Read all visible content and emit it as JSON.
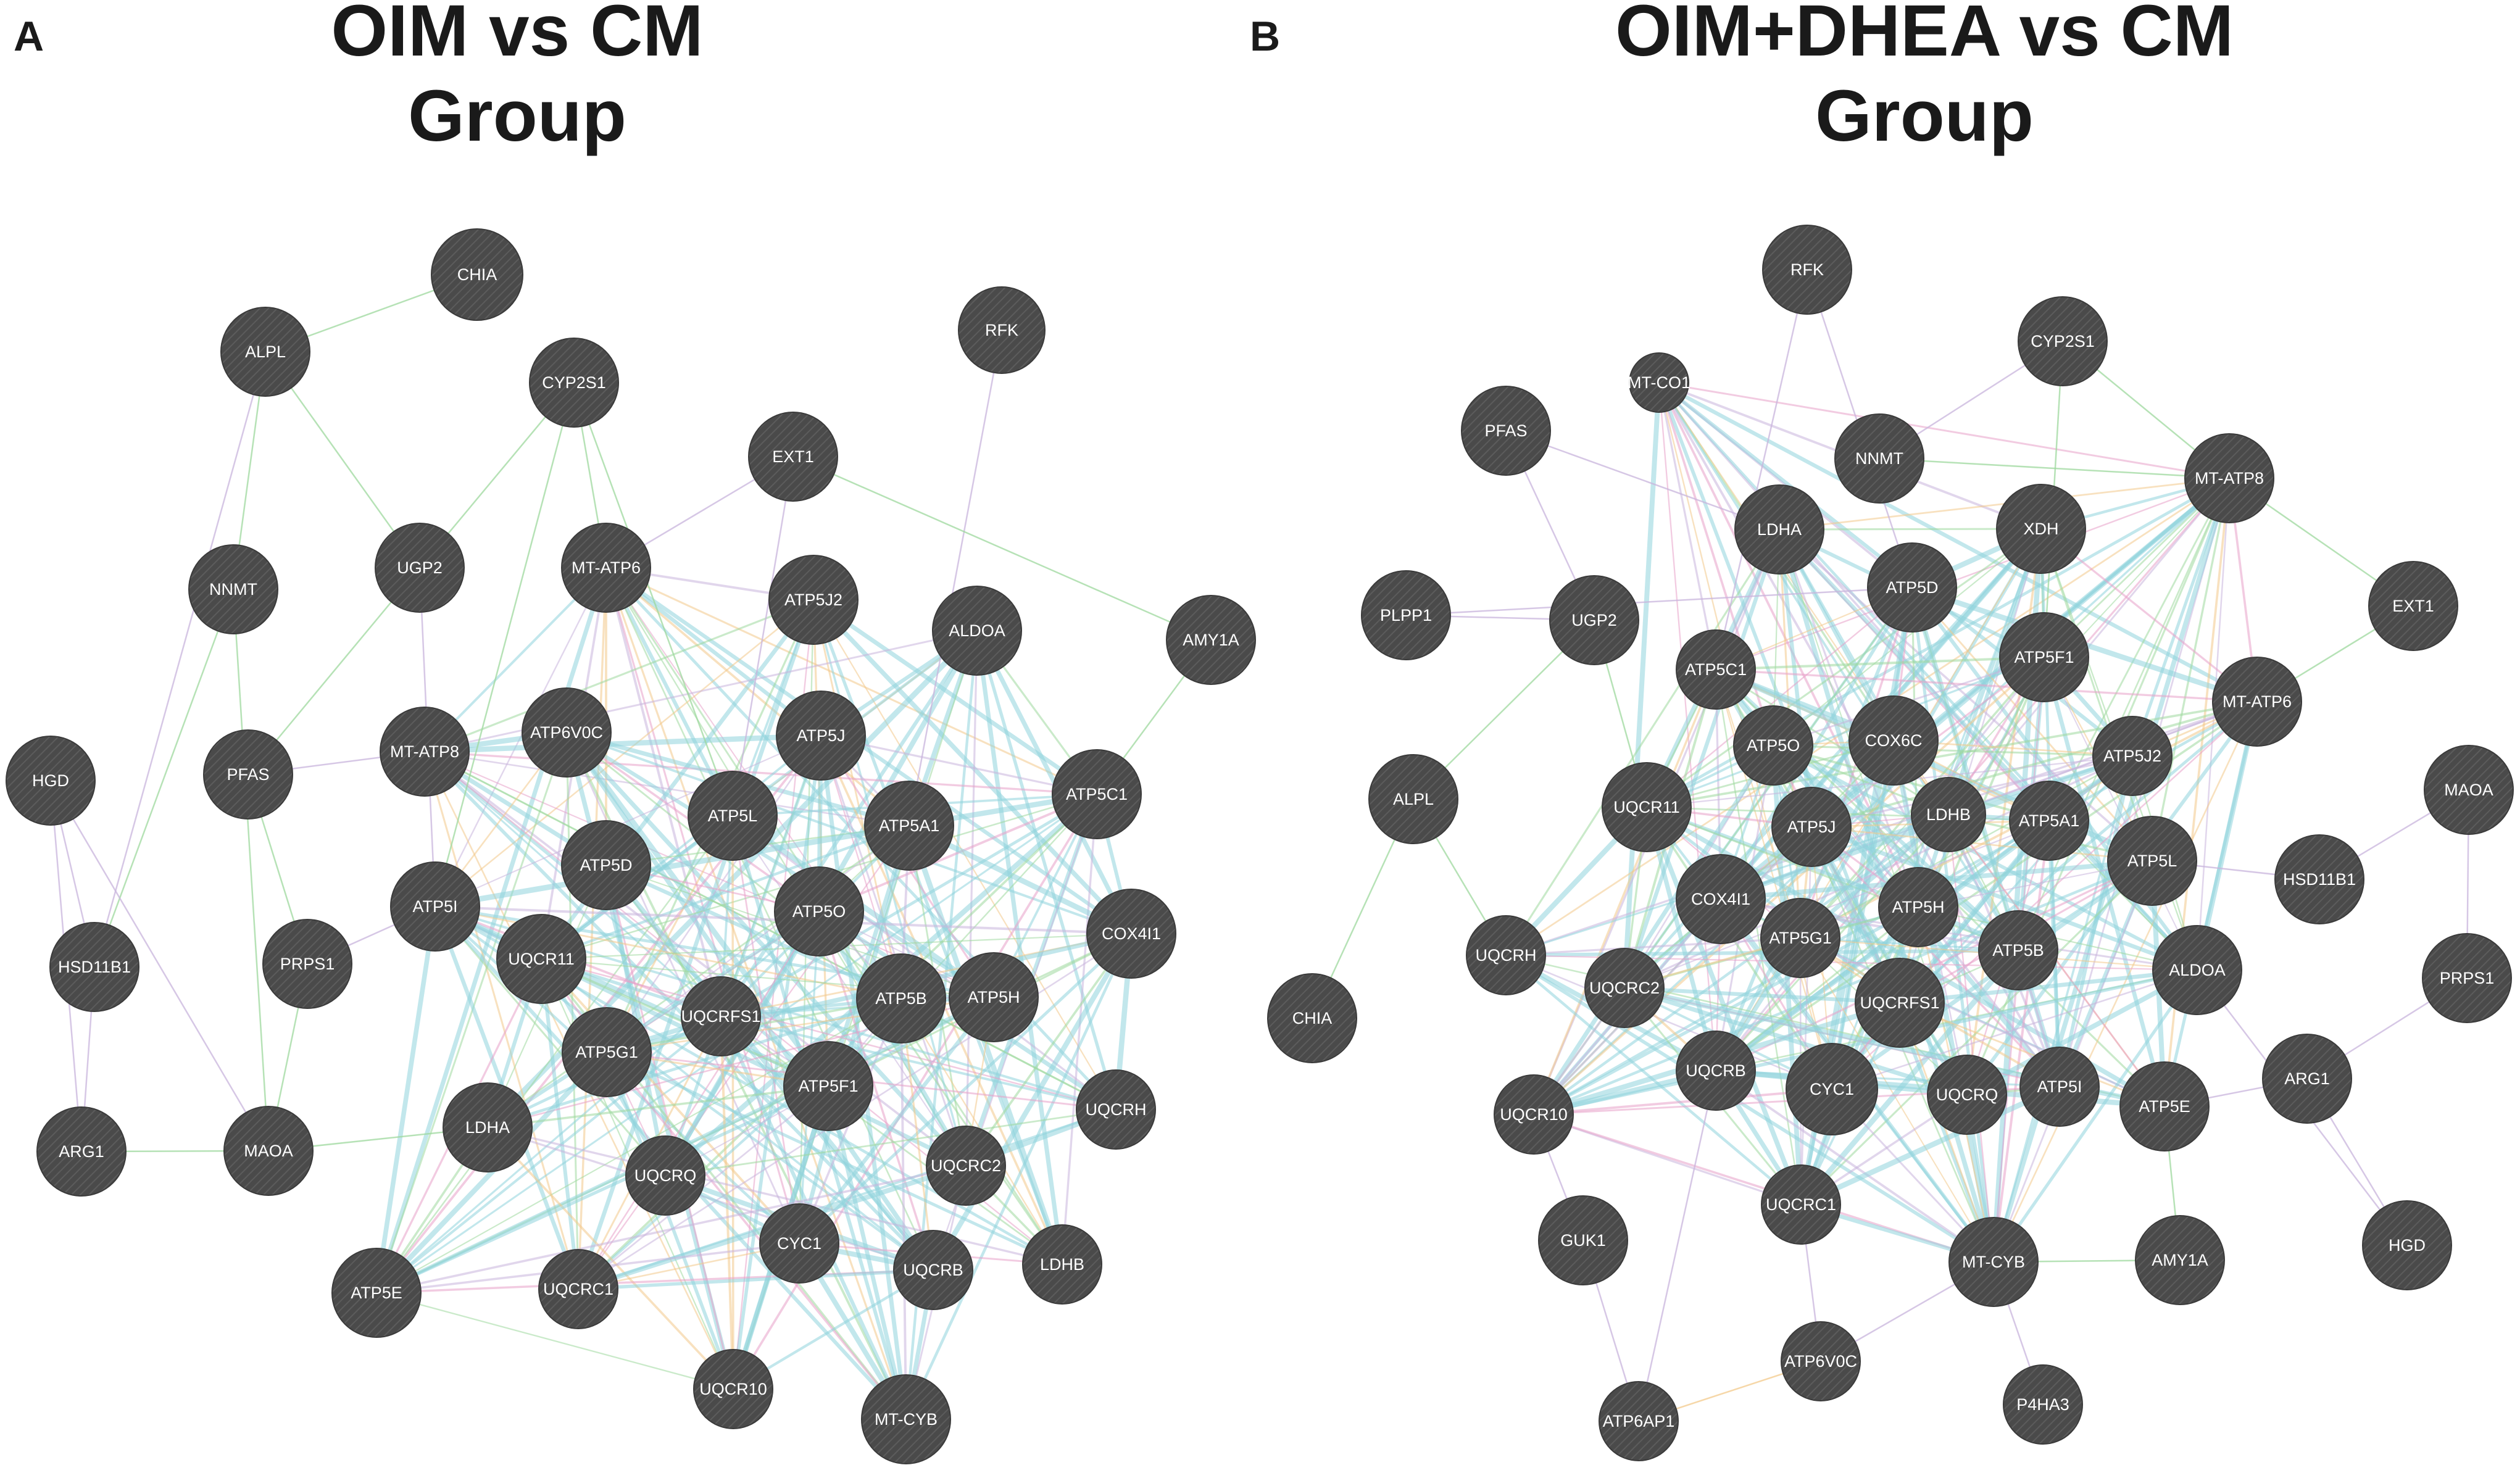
{
  "panels": [
    {
      "letter": "A",
      "title_line1": "OIM vs CM",
      "title_line2": "Group",
      "nodes": [
        {
          "id": "CHIA",
          "label": "CHIA"
        },
        {
          "id": "ALPL",
          "label": "ALPL"
        },
        {
          "id": "CYP2S1",
          "label": "CYP2S1"
        },
        {
          "id": "RFK",
          "label": "RFK"
        },
        {
          "id": "EXT1",
          "label": "EXT1"
        },
        {
          "id": "NNMT",
          "label": "NNMT"
        },
        {
          "id": "UGP2",
          "label": "UGP2"
        },
        {
          "id": "MT-ATP6",
          "label": "MT-ATP6"
        },
        {
          "id": "ATP5J2",
          "label": "ATP5J2"
        },
        {
          "id": "ALDOA",
          "label": "ALDOA"
        },
        {
          "id": "AMY1A",
          "label": "AMY1A"
        },
        {
          "id": "HGD",
          "label": "HGD"
        },
        {
          "id": "PFAS",
          "label": "PFAS"
        },
        {
          "id": "MT-ATP8",
          "label": "MT-ATP8"
        },
        {
          "id": "ATP6V0C",
          "label": "ATP6V0C"
        },
        {
          "id": "ATP5J",
          "label": "ATP5J"
        },
        {
          "id": "ATP5C1",
          "label": "ATP5C1"
        },
        {
          "id": "ATP5L",
          "label": "ATP5L"
        },
        {
          "id": "ATP5A1",
          "label": "ATP5A1"
        },
        {
          "id": "ATP5D",
          "label": "ATP5D"
        },
        {
          "id": "HSD11B1",
          "label": "HSD11B1"
        },
        {
          "id": "PRPS1",
          "label": "PRPS1"
        },
        {
          "id": "ATP5I",
          "label": "ATP5I"
        },
        {
          "id": "UQCR11",
          "label": "UQCR11"
        },
        {
          "id": "ATP5O",
          "label": "ATP5O"
        },
        {
          "id": "COX4I1",
          "label": "COX4I1"
        },
        {
          "id": "UQCRFS1",
          "label": "UQCRFS1"
        },
        {
          "id": "ATP5B",
          "label": "ATP5B"
        },
        {
          "id": "ATP5H",
          "label": "ATP5H"
        },
        {
          "id": "ATP5G1",
          "label": "ATP5G1"
        },
        {
          "id": "ARG1",
          "label": "ARG1"
        },
        {
          "id": "MAOA",
          "label": "MAOA"
        },
        {
          "id": "LDHA",
          "label": "LDHA"
        },
        {
          "id": "ATP5F1",
          "label": "ATP5F1"
        },
        {
          "id": "UQCRH",
          "label": "UQCRH"
        },
        {
          "id": "UQCRQ",
          "label": "UQCRQ"
        },
        {
          "id": "UQCRC2",
          "label": "UQCRC2"
        },
        {
          "id": "CYC1",
          "label": "CYC1"
        },
        {
          "id": "UQCRB",
          "label": "UQCRB"
        },
        {
          "id": "LDHB",
          "label": "LDHB"
        },
        {
          "id": "ATP5E",
          "label": "ATP5E"
        },
        {
          "id": "UQCRC1",
          "label": "UQCRC1"
        },
        {
          "id": "UQCR10",
          "label": "UQCR10"
        },
        {
          "id": "MT-CYB",
          "label": "MT-CYB"
        }
      ]
    },
    {
      "letter": "B",
      "title_line1": "OIM+DHEA vs CM",
      "title_line2": "Group",
      "nodes": [
        {
          "id": "RFK",
          "label": "RFK"
        },
        {
          "id": "CYP2S1",
          "label": "CYP2S1"
        },
        {
          "id": "MT-CO1",
          "label": "MT-CO1"
        },
        {
          "id": "PFAS",
          "label": "PFAS"
        },
        {
          "id": "NNMT",
          "label": "NNMT"
        },
        {
          "id": "MT-ATP8",
          "label": "MT-ATP8"
        },
        {
          "id": "LDHA",
          "label": "LDHA"
        },
        {
          "id": "XDH",
          "label": "XDH"
        },
        {
          "id": "PLPP1",
          "label": "PLPP1"
        },
        {
          "id": "UGP2",
          "label": "UGP2"
        },
        {
          "id": "ATP5D",
          "label": "ATP5D"
        },
        {
          "id": "EXT1",
          "label": "EXT1"
        },
        {
          "id": "ATP5C1",
          "label": "ATP5C1"
        },
        {
          "id": "ATP5F1",
          "label": "ATP5F1"
        },
        {
          "id": "MT-ATP6",
          "label": "MT-ATP6"
        },
        {
          "id": "ATP5O",
          "label": "ATP5O"
        },
        {
          "id": "COX6C",
          "label": "COX6C"
        },
        {
          "id": "ATP5J2",
          "label": "ATP5J2"
        },
        {
          "id": "MAOA",
          "label": "MAOA"
        },
        {
          "id": "ALPL",
          "label": "ALPL"
        },
        {
          "id": "UQCR11",
          "label": "UQCR11"
        },
        {
          "id": "LDHB",
          "label": "LDHB"
        },
        {
          "id": "ATP5A1",
          "label": "ATP5A1"
        },
        {
          "id": "ATP5J",
          "label": "ATP5J"
        },
        {
          "id": "ATP5L",
          "label": "ATP5L"
        },
        {
          "id": "HSD11B1",
          "label": "HSD11B1"
        },
        {
          "id": "COX4I1",
          "label": "COX4I1"
        },
        {
          "id": "ATP5H",
          "label": "ATP5H"
        },
        {
          "id": "UQCRH",
          "label": "UQCRH"
        },
        {
          "id": "ATP5G1",
          "label": "ATP5G1"
        },
        {
          "id": "ATP5B",
          "label": "ATP5B"
        },
        {
          "id": "ALDOA",
          "label": "ALDOA"
        },
        {
          "id": "PRPS1",
          "label": "PRPS1"
        },
        {
          "id": "UQCRC2",
          "label": "UQCRC2"
        },
        {
          "id": "UQCRFS1",
          "label": "UQCRFS1"
        },
        {
          "id": "CHIA",
          "label": "CHIA"
        },
        {
          "id": "ARG1",
          "label": "ARG1"
        },
        {
          "id": "UQCRB",
          "label": "UQCRB"
        },
        {
          "id": "CYC1",
          "label": "CYC1"
        },
        {
          "id": "UQCRQ",
          "label": "UQCRQ"
        },
        {
          "id": "ATP5I",
          "label": "ATP5I"
        },
        {
          "id": "ATP5E",
          "label": "ATP5E"
        },
        {
          "id": "UQCR10",
          "label": "UQCR10"
        },
        {
          "id": "UQCRC1",
          "label": "UQCRC1"
        },
        {
          "id": "GUK1",
          "label": "GUK1"
        },
        {
          "id": "MT-CYB",
          "label": "MT-CYB"
        },
        {
          "id": "AMY1A",
          "label": "AMY1A"
        },
        {
          "id": "HGD",
          "label": "HGD"
        },
        {
          "id": "ATP6V0C",
          "label": "ATP6V0C"
        },
        {
          "id": "P4HA3",
          "label": "P4HA3"
        },
        {
          "id": "ATP6AP1",
          "label": "ATP6AP1"
        }
      ]
    }
  ],
  "colors": {
    "node_fill": "#4a4a4a",
    "node_hatch": "#5c5c5c",
    "edge_coexpression": "#8fd3dc",
    "edge_physical": "#e8a0c8",
    "edge_colocalization": "#c8b4dc",
    "edge_pathway": "#9ed89e",
    "edge_genetic": "#f3c98b",
    "label_color": "#ffffff"
  }
}
